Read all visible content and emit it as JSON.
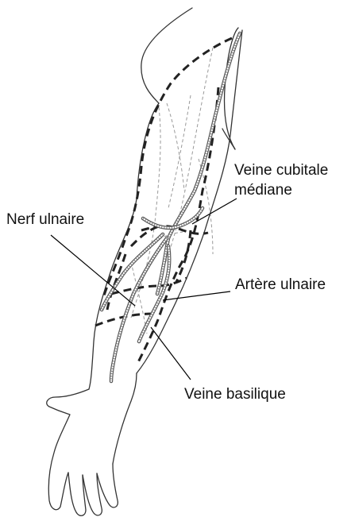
{
  "labels": {
    "veine_cubitale_line1": "Veine cubitale",
    "veine_cubitale_line2": "médiane",
    "nerf_ulnaire": "Nerf ulnaire",
    "artere_ulnaire": "Artère ulnaire",
    "veine_basilique": "Veine basilique"
  }
}
